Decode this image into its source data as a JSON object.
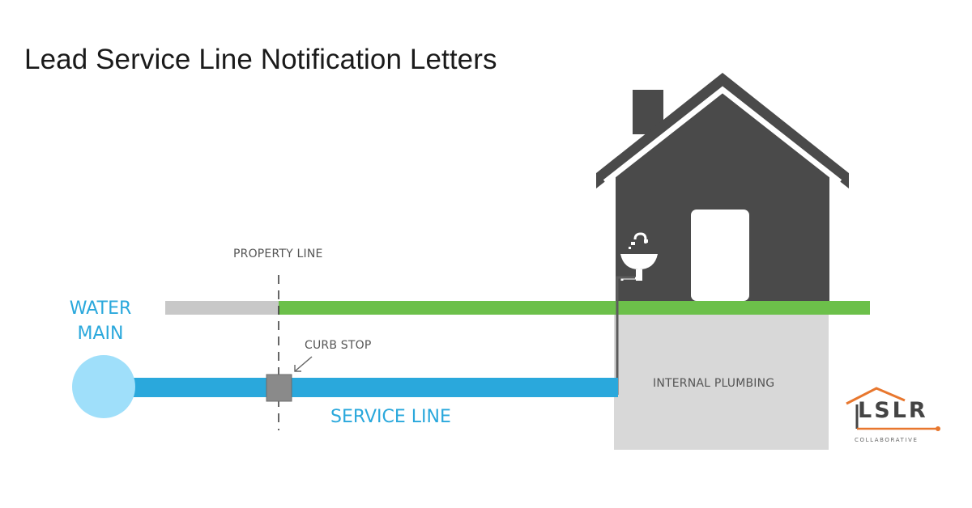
{
  "title": "Lead Service Line Notification Letters",
  "diagram": {
    "labels": {
      "water_main_line1": "WATER",
      "water_main_line2": "MAIN",
      "property_line": "PROPERTY LINE",
      "curb_stop": "CURB STOP",
      "service_line": "SERVICE LINE",
      "internal_plumbing": "INTERNAL PLUMBING"
    },
    "colors": {
      "water_main": "#9fdffa",
      "service_pipe": "#2aa8dc",
      "ground_public": "#c8c8c8",
      "ground_private": "#6cc04a",
      "house": "#4a4a4a",
      "basement": "#d8d8d8",
      "curb_stop_valve": "#8a8a8a",
      "logo_accent": "#e8772e"
    },
    "icons": [
      "house-icon",
      "sink-icon",
      "curb-stop-valve-icon"
    ]
  },
  "logo": {
    "name": "LSLR",
    "subtitle": "COLLABORATIVE"
  }
}
